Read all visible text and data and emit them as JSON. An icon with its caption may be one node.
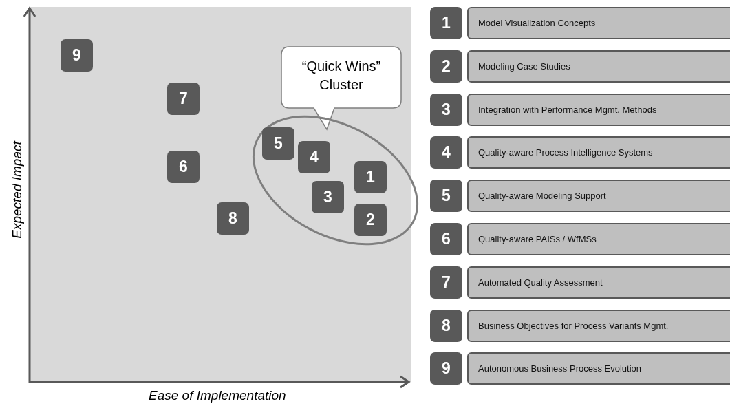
{
  "diagram": {
    "nodes": [
      {
        "text": [
          "9"
        ]
      },
      {
        "text": [
          "7"
        ]
      },
      {
        "text": [
          "6"
        ]
      },
      {
        "text": [
          "8"
        ]
      },
      {
        "text": [
          "“Quick Wins” Cluster"
        ]
      },
      {
        "text": [],
        "shape": "ellipse"
      },
      {
        "text": [
          "5"
        ],
        "in": 5
      },
      {
        "text": [
          "4"
        ],
        "in": 5
      },
      {
        "text": [
          "1"
        ],
        "in": 5
      },
      {
        "text": [
          "3"
        ],
        "in": 5
      },
      {
        "text": [
          "2"
        ],
        "in": 5
      },
      {
        "text": [
          "1"
        ]
      },
      {
        "text": [
          "Model Visualization Concepts"
        ]
      },
      {
        "text": [
          "2"
        ]
      },
      {
        "text": [
          "Modeling Case Studies"
        ]
      },
      {
        "text": [
          "3"
        ]
      },
      {
        "text": [
          "Integration with Performance Mgmt. Methods"
        ]
      },
      {
        "text": [
          "4"
        ]
      },
      {
        "text": [
          "Quality-aware Process Intelligence Systems"
        ]
      },
      {
        "text": [
          "5"
        ]
      },
      {
        "text": [
          "Quality-aware Modeling Support"
        ]
      },
      {
        "text": [
          "6"
        ]
      },
      {
        "text": [
          "Quality-aware PAISs / WfMSs"
        ]
      },
      {
        "text": [
          "7"
        ]
      },
      {
        "text": [
          "Automated Quality Assessment"
        ]
      },
      {
        "text": [
          "8"
        ]
      },
      {
        "text": [
          "Business Objectives for Process Variants Mgmt."
        ]
      },
      {
        "text": [
          "9"
        ]
      },
      {
        "text": [
          "Autonomous Business Process Evolution"
        ]
      }
    ],
    "edges": [],
    "labels": [
      "Expected Impact",
      "Ease of Implementation"
    ]
  }
}
